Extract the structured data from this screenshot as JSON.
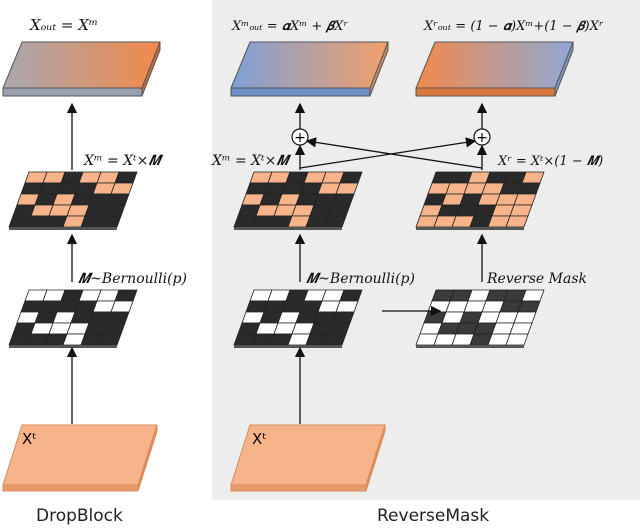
{
  "colors": {
    "salmon": "#f7b48a",
    "salmon_side": "#e59a6c",
    "orange": "#f2894a",
    "blue": "#7da0d8",
    "gray_grad": "#a8a8b0",
    "dark": "#222222",
    "panel_bg": "#ededed"
  },
  "captions": {
    "left": "DropBlock",
    "right": "ReverseMask"
  },
  "labels": {
    "xt_left": "Xᵗ",
    "xt_right": "Xᵗ",
    "bern_left": "𝑴~Bernoulli(p)",
    "bern_right": "𝑴~Bernoulli(p)",
    "xm_left": "Xᵐ = Xᵗ×𝑴",
    "xm_right": "Xᵐ = Xᵗ×𝑴",
    "xr_right": "Xʳ = Xᵗ×(1 − 𝑴)",
    "reverse_mask": "Reverse Mask",
    "out_left": "Xₒᵤₜ = Xᵐ",
    "out_mid": "Xᵐₒᵤₜ = 𝜶Xᵐ + 𝜷Xʳ",
    "out_right": "Xʳₒᵤₜ = (1 − 𝜶)Xᵐ+(1 − 𝜷)Xʳ",
    "plus": "+"
  },
  "mask_pattern": [
    [
      0,
      0,
      1,
      0,
      0,
      1
    ],
    [
      1,
      1,
      1,
      1,
      0,
      0
    ],
    [
      0,
      1,
      0,
      1,
      1,
      1
    ],
    [
      1,
      0,
      0,
      0,
      1,
      1
    ],
    [
      1,
      1,
      1,
      0,
      1,
      1
    ]
  ]
}
